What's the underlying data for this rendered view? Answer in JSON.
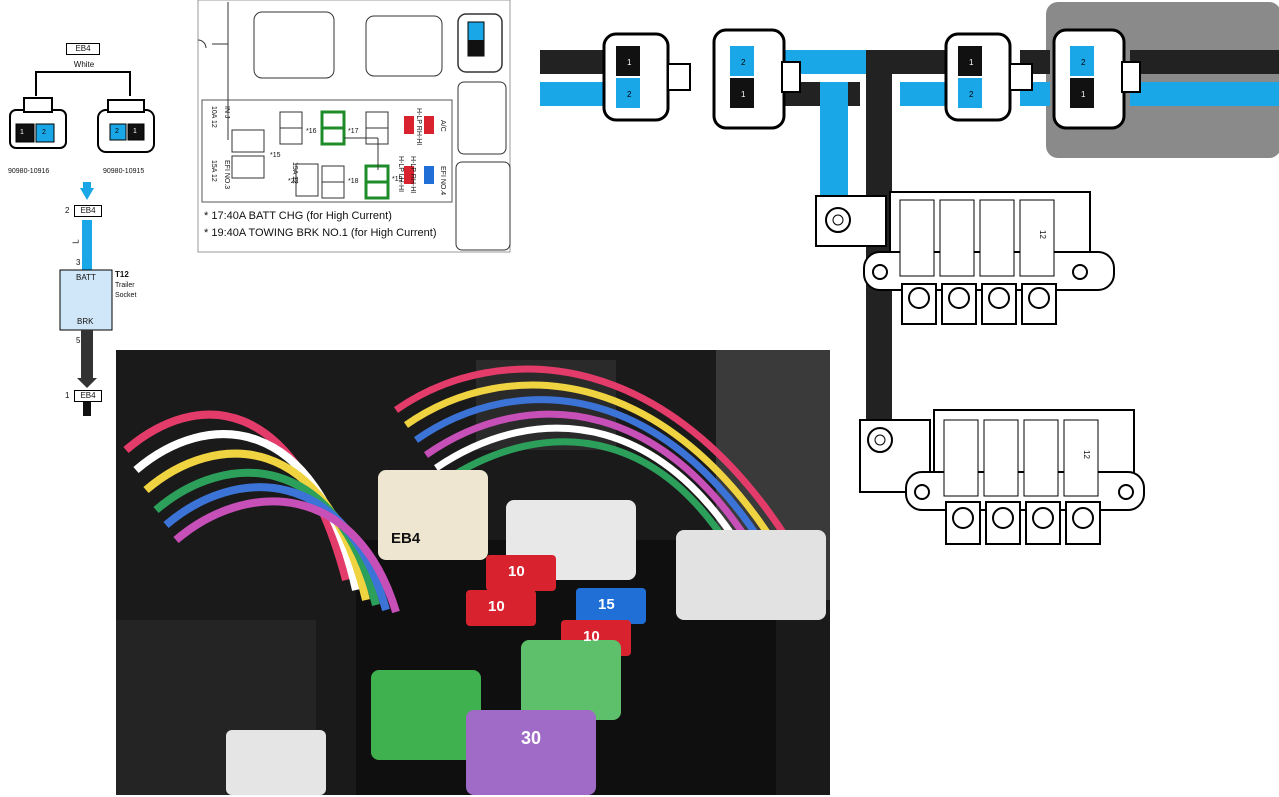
{
  "schematic": {
    "connector_name": "EB4",
    "connector_color": "White",
    "part_left": "90980-10916",
    "part_right": "90980-10915",
    "pin_top_number": "2",
    "wire_color_code": "L",
    "pin_mid_number": "3",
    "batt_label": "BATT",
    "brk_label": "BRK",
    "component_id": "T12",
    "component_name_1": "Trailer",
    "component_name_2": "Socket",
    "pin_bottom_5": "5",
    "pin_bottom_1": "1",
    "eb4_top": "EB4",
    "eb4_bottom": "EB4",
    "pin_nums": [
      "1",
      "2"
    ]
  },
  "fuse_layout": {
    "note_17": "* 17:40A BATT CHG (for High Current)",
    "note_19": "* 19:40A TOWING BRK NO.1 (for High Current)",
    "labels": {
      "l1": "10A 12",
      "l2": "IN J",
      "l3": "15A 12",
      "l4": "EFI NO.3",
      "l5": "15A 12",
      "l6": "A/C",
      "l7": "H-LP RH-HI",
      "l8": "H-LP LH-HI",
      "l9": "H-LP RH-HI",
      "l10": "EFI NO.4",
      "s15": "*15",
      "s16": "*16",
      "s17": "*17",
      "s18": "*18",
      "s19": "*19",
      "s22": "*22"
    }
  },
  "photo": {
    "connector_label": "EB4",
    "fuse_values": [
      "10",
      "10",
      "15",
      "10",
      "30"
    ]
  },
  "connector_pins": [
    "1",
    "2"
  ],
  "fuse_block_labels": [
    "12"
  ],
  "colors": {
    "wire_blue": "#1aa7e8",
    "wire_black": "#222222",
    "fuse_red": "#d8232f",
    "fuse_blue": "#1f6fd6",
    "fuse_green": "#3fb14e",
    "fuse_purple": "#a06bc6",
    "highlight_green": "#1e8c2a",
    "engine_bg": "#151515"
  }
}
